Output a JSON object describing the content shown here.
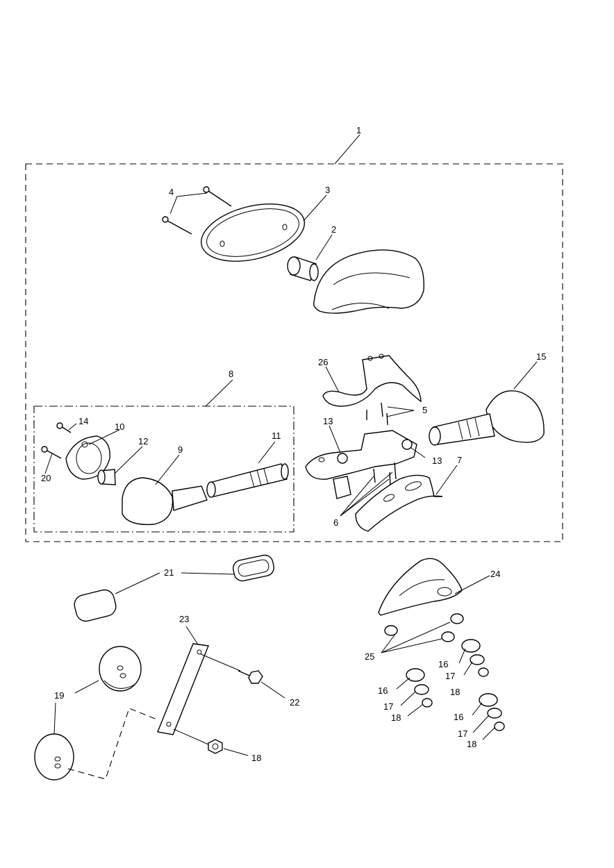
{
  "labels": {
    "l1": "1",
    "l2": "2",
    "l3": "3",
    "l4": "4",
    "l5": "5",
    "l6": "6",
    "l7": "7",
    "l8": "8",
    "l9": "9",
    "l10": "10",
    "l11": "11",
    "l12": "12",
    "l13a": "13",
    "l13b": "13",
    "l14": "14",
    "l15": "15",
    "l16a": "16",
    "l16b": "16",
    "l16c": "16",
    "l17a": "17",
    "l17b": "17",
    "l17c": "17",
    "l18a": "18",
    "l18b": "18",
    "l18c": "18",
    "l18d": "18",
    "l19": "19",
    "l20": "20",
    "l21": "21",
    "l22": "22",
    "l23": "23",
    "l24": "24",
    "l25": "25",
    "l26": "26"
  }
}
